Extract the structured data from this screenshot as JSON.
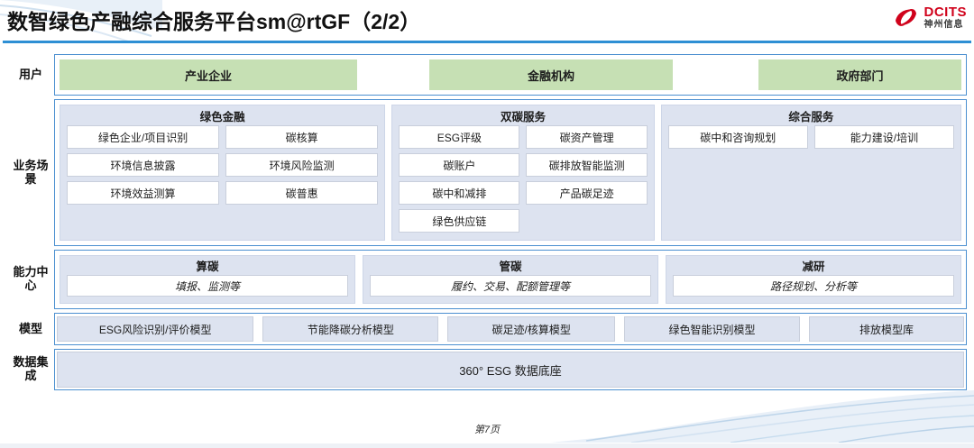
{
  "slide": {
    "title": "数智绿色产融综合服务平台sm@rtGF（2/2）",
    "footer": "第7页",
    "accent_blue": "#2e8fd4",
    "panel_blue": "#dde3f0",
    "user_green": "#c6e0b4",
    "logo_red": "#d0021b"
  },
  "logo": {
    "icon": "dcits-swirl-icon",
    "english": "DCITS",
    "chinese": "神州信息"
  },
  "rows": {
    "user": {
      "label": "用户",
      "chips": [
        {
          "label": "产业企业"
        },
        {
          "label": "金融机构"
        },
        {
          "label": "政府部门"
        }
      ]
    },
    "business": {
      "label": "业务场景",
      "groups": [
        {
          "title": "绿色金融",
          "items": [
            "绿色企业/项目识别",
            "碳核算",
            "环境信息披露",
            "环境风险监测",
            "环境效益测算",
            "碳普惠"
          ]
        },
        {
          "title": "双碳服务",
          "items": [
            "ESG评级",
            "碳资产管理",
            "碳账户",
            "碳排放智能监测",
            "碳中和减排",
            "产品碳足迹",
            "绿色供应链"
          ]
        },
        {
          "title": "综合服务",
          "items": [
            "碳中和咨询规划",
            "能力建设/培训"
          ]
        }
      ]
    },
    "capability": {
      "label": "能力中心",
      "groups": [
        {
          "title": "算碳",
          "subtitle": "填报、监测等"
        },
        {
          "title": "管碳",
          "subtitle": "履约、交易、配额管理等"
        },
        {
          "title": "减研",
          "subtitle": "路径规划、分析等"
        }
      ]
    },
    "model": {
      "label": "模型",
      "items": [
        "ESG风险识别/评价模型",
        "节能降碳分析模型",
        "碳足迹/核算模型",
        "绿色智能识别模型",
        "排放模型库"
      ]
    },
    "data": {
      "label": "数据集成",
      "bar": "360° ESG 数据底座"
    }
  }
}
